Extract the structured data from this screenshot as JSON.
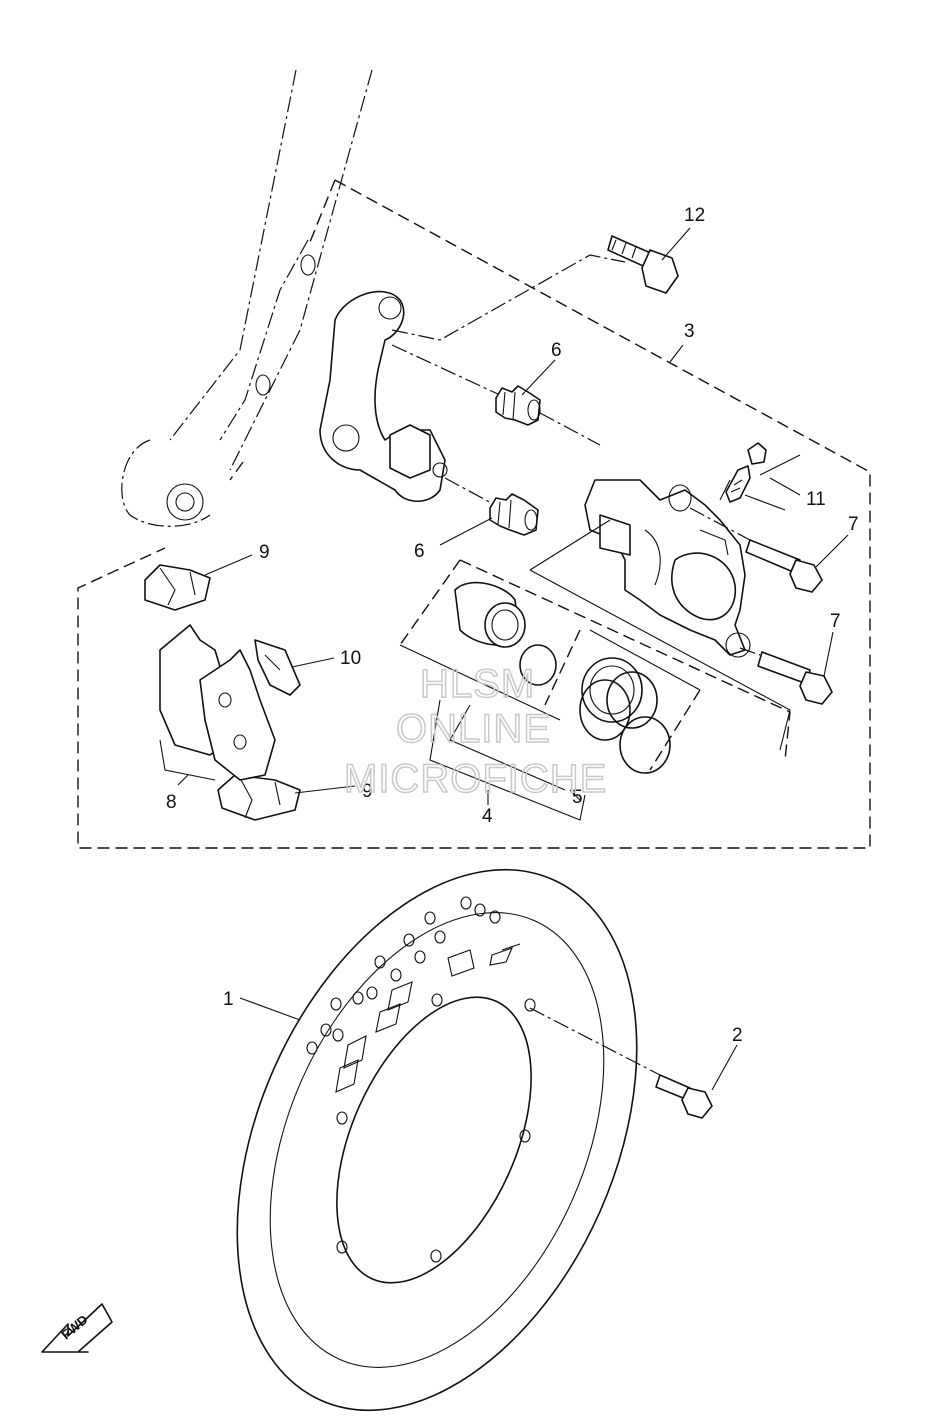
{
  "callouts": {
    "c1": "1",
    "c2": "2",
    "c3": "3",
    "c4": "4",
    "c5": "5",
    "c6a": "6",
    "c6b": "6",
    "c7a": "7",
    "c7b": "7",
    "c8": "8",
    "c9a": "9",
    "c9b": "9",
    "c10": "10",
    "c11": "11",
    "c12": "12"
  },
  "watermark": {
    "line1": "HLSM",
    "line2": "ONLINE",
    "line3": "MICROFICHE"
  },
  "fwd_label": "FWD"
}
